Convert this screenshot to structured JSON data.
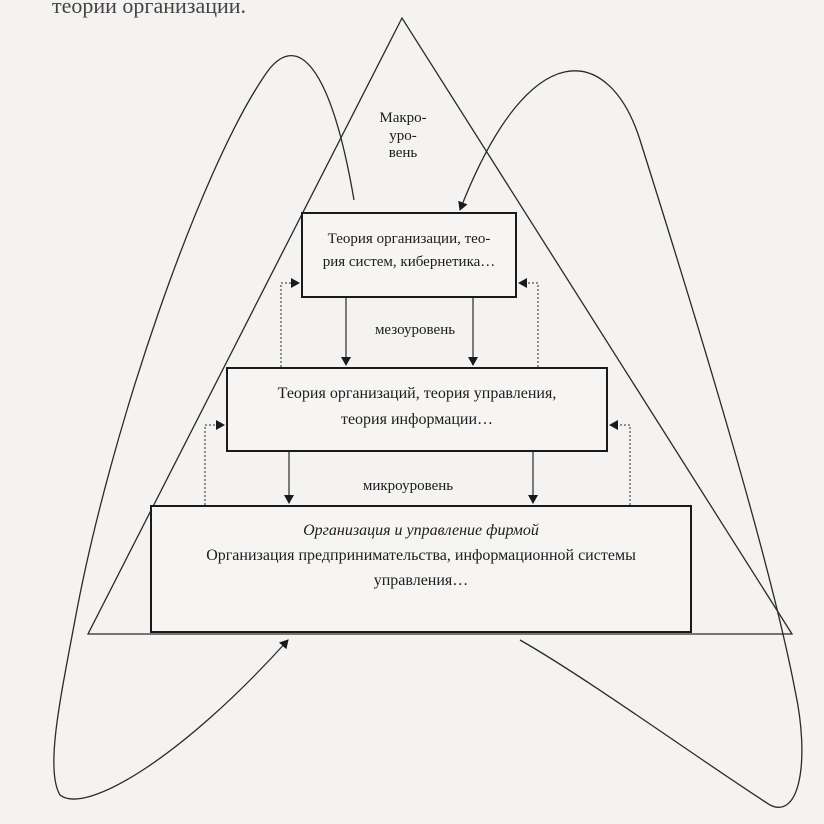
{
  "header": {
    "caption": "теории организации."
  },
  "diagram": {
    "levels": {
      "macro": "Макро-\nуро-\nвень",
      "meso": "мезоуровень",
      "micro": "микроуровень"
    },
    "boxes": {
      "top": {
        "line1": "Теория организации, тео-",
        "line2": "рия систем, кибернетика…"
      },
      "middle": {
        "line1": "Теория организаций, теория управления,",
        "line2": "теория информации…"
      },
      "bottom": {
        "line1": "Организация и управление фирмой",
        "line2": "Организация предпринимательства, информационной системы",
        "line3": "управления…"
      }
    }
  }
}
